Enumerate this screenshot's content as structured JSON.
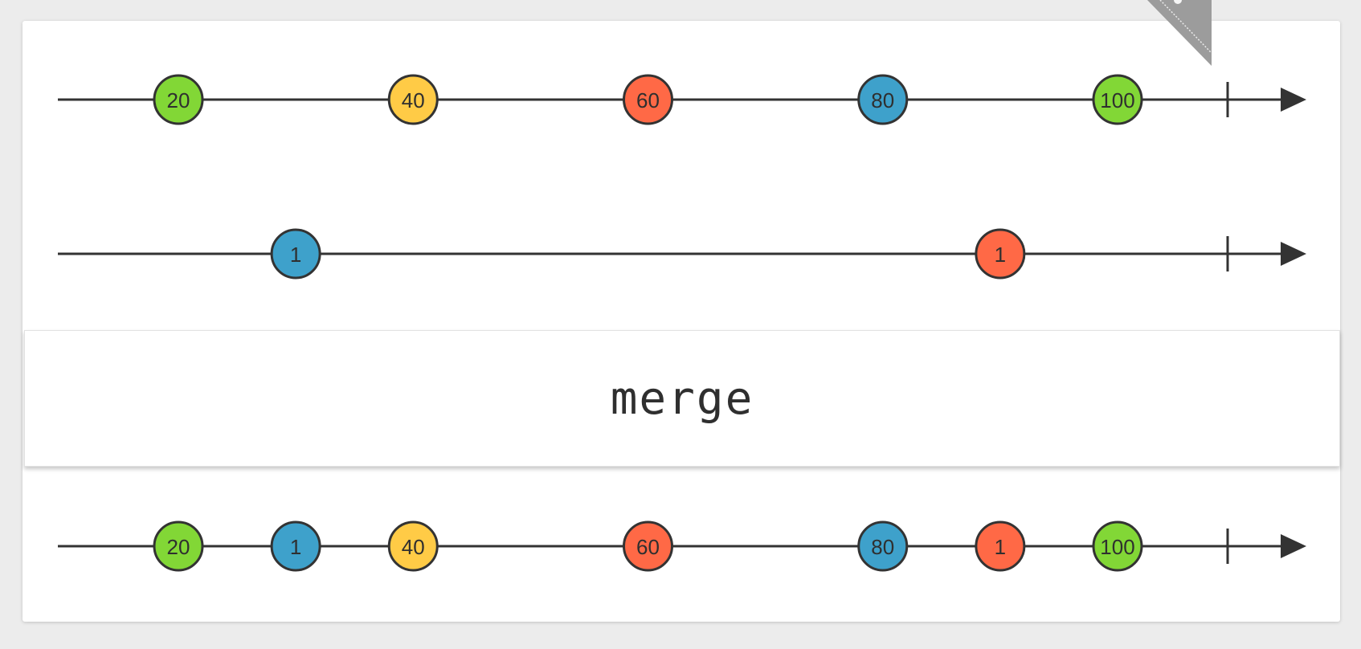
{
  "operator": {
    "label": "merge"
  },
  "colors": {
    "green": "#82d736",
    "yellow": "#ffcb46",
    "red": "#ff6946",
    "blue": "#3ea1cb",
    "line": "#333333"
  },
  "timelines": [
    {
      "id": "input-1",
      "marbles": [
        {
          "label": "20",
          "color": "green",
          "t": 20
        },
        {
          "label": "40",
          "color": "yellow",
          "t": 40
        },
        {
          "label": "60",
          "color": "red",
          "t": 60
        },
        {
          "label": "80",
          "color": "blue",
          "t": 80
        },
        {
          "label": "100",
          "color": "green",
          "t": 100
        }
      ],
      "completes": true
    },
    {
      "id": "input-2",
      "marbles": [
        {
          "label": "1",
          "color": "blue",
          "t": 30
        },
        {
          "label": "1",
          "color": "red",
          "t": 90
        }
      ],
      "completes": true
    },
    {
      "id": "output",
      "marbles": [
        {
          "label": "20",
          "color": "green",
          "t": 20
        },
        {
          "label": "1",
          "color": "blue",
          "t": 30
        },
        {
          "label": "40",
          "color": "yellow",
          "t": 40
        },
        {
          "label": "60",
          "color": "red",
          "t": 60
        },
        {
          "label": "80",
          "color": "blue",
          "t": 80
        },
        {
          "label": "1",
          "color": "red",
          "t": 90
        },
        {
          "label": "100",
          "color": "green",
          "t": 100
        }
      ],
      "completes": true
    }
  ]
}
